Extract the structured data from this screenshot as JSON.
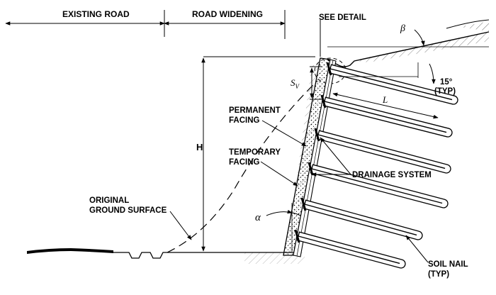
{
  "labels": {
    "existing_road": "EXISTING ROAD",
    "road_widening": "ROAD WIDENING",
    "see_detail": "SEE DETAIL",
    "beta": "β",
    "sv": "S",
    "sv_sub": "V",
    "angle_15": "15°",
    "typ_paren": "(TYP)",
    "length_l": "L",
    "permanent_1": "PERMANENT",
    "permanent_2": "FACING",
    "temporary_1": "TEMPORARY",
    "temporary_2": "FACING",
    "drainage": "DRAINAGE SYSTEM",
    "height_h": "H",
    "original_1": "ORIGINAL",
    "original_2": "GROUND SURFACE",
    "alpha": "α",
    "soil_nail_1": "SOIL NAIL",
    "soil_nail_2": "(TYP)"
  },
  "colors": {
    "ink": "#000000",
    "background": "#ffffff"
  }
}
